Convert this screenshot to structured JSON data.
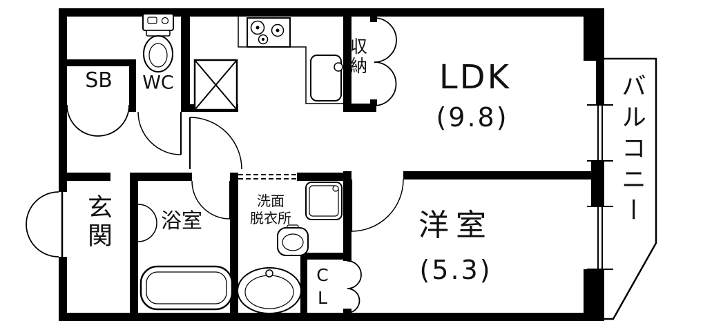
{
  "title": "apartment-floor-plan",
  "colors": {
    "wall": "#000000",
    "background": "#ffffff",
    "line": "#000000"
  },
  "rooms": {
    "ldk": {
      "label": "LDK",
      "size": "(9.8)"
    },
    "western_room": {
      "label": "洋室",
      "size": "(5.3)"
    },
    "balcony": {
      "label": "バルコニー"
    },
    "entrance": {
      "label": "玄関"
    },
    "bathroom": {
      "label": "浴室"
    },
    "washroom": {
      "label_line1": "洗面",
      "label_line2": "脱衣所"
    },
    "toilet": {
      "label": "WC"
    },
    "shoe_box": {
      "label": "SB"
    },
    "storage": {
      "label": "収納"
    },
    "closet": {
      "label": "CL"
    }
  },
  "fixtures": {
    "toilet": "toilet-icon",
    "stove": "stove-icon",
    "kitchen_sink": "kitchen-sink-icon",
    "bathtub": "bathtub-icon",
    "washing_machine": "washing-machine-icon",
    "washbasin": "washbasin-icon",
    "utility_sink": "utility-sink-icon",
    "pipe_space": "pipe-space-x-icon"
  }
}
